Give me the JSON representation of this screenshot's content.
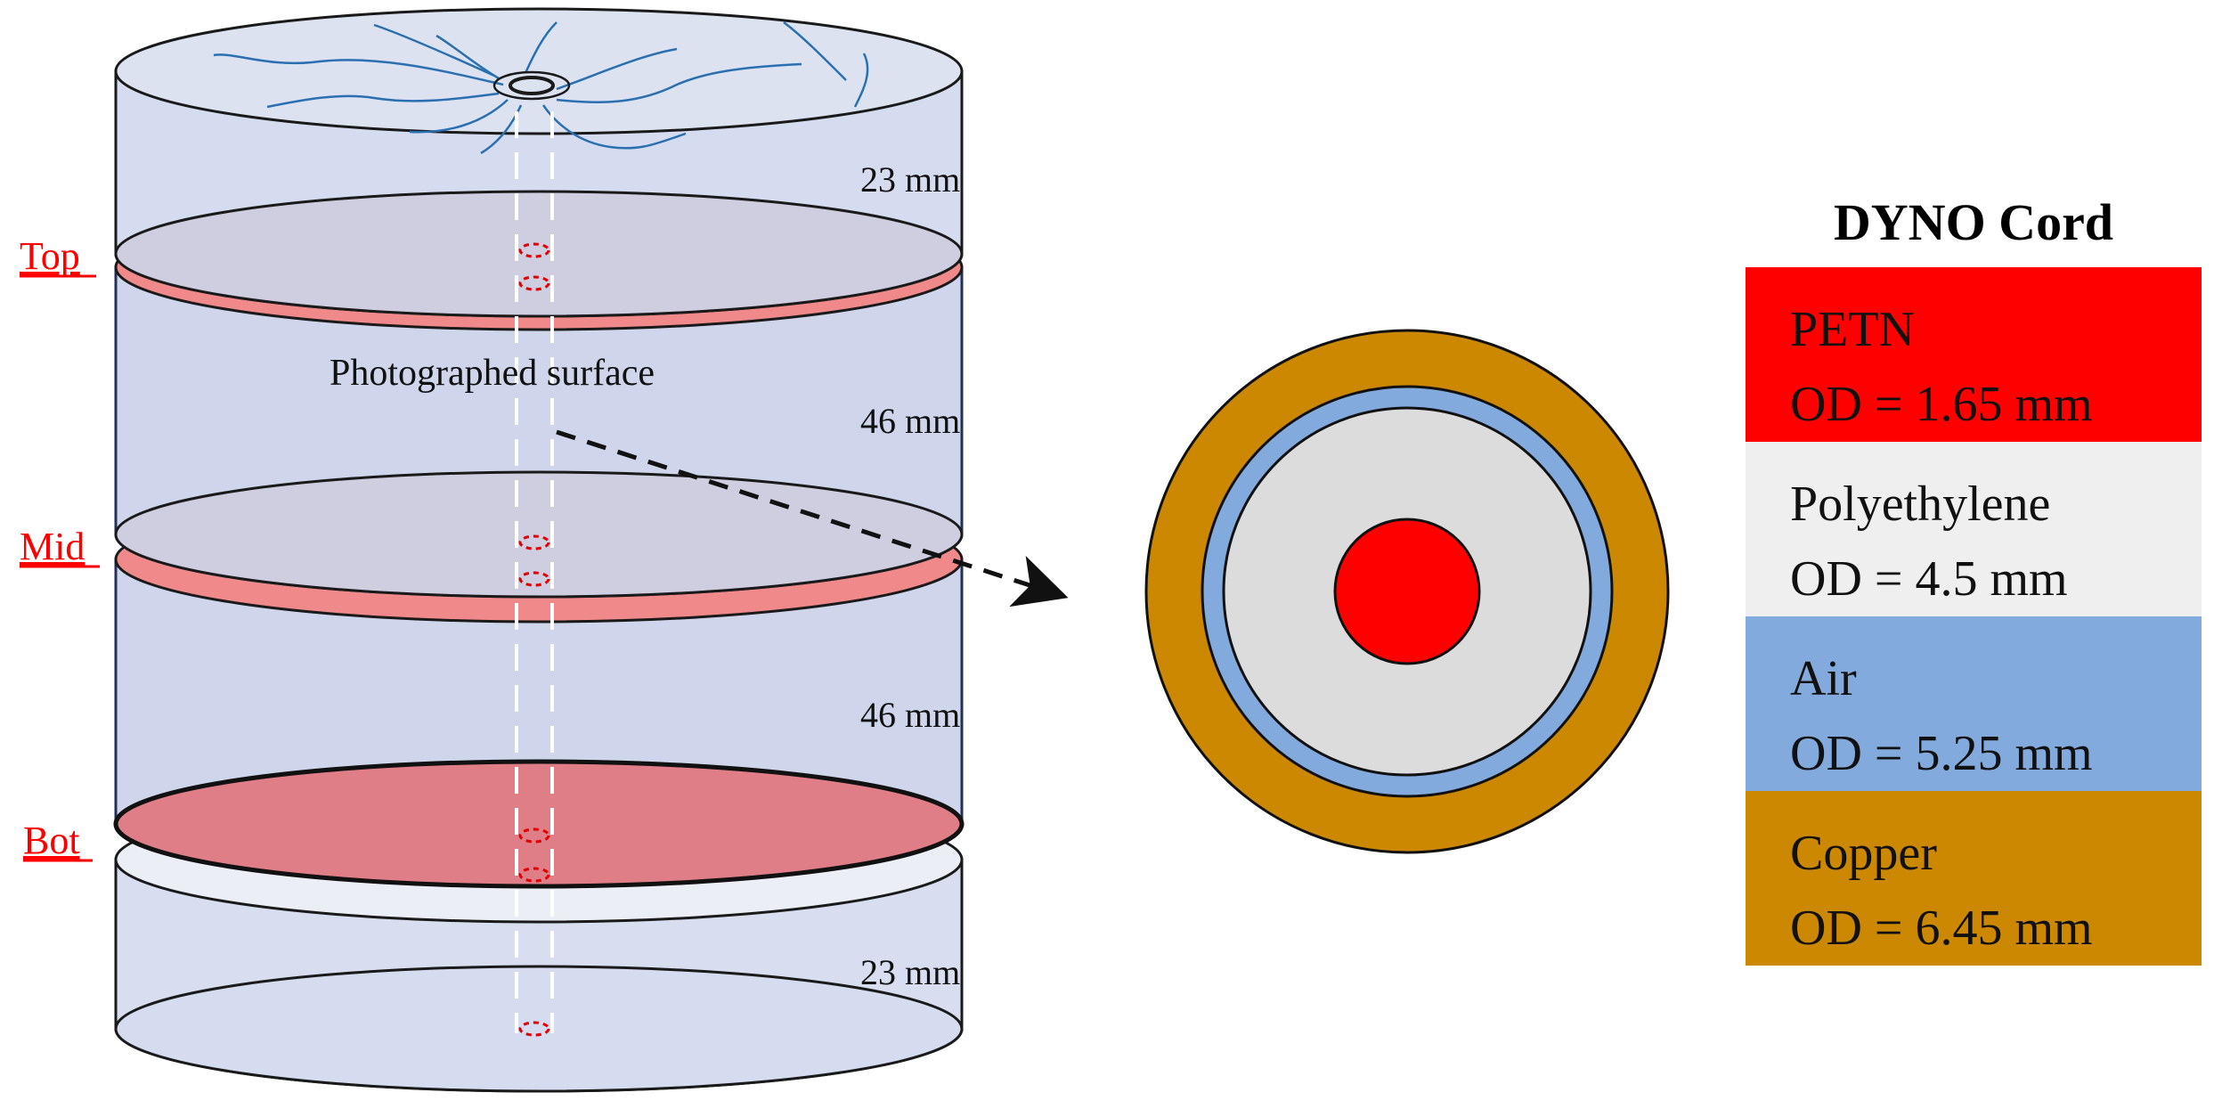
{
  "diagram": {
    "levels": {
      "top": "Top",
      "mid": "Mid",
      "bot": "Bot"
    },
    "dimensions": {
      "top_block": "23 mm",
      "upper_middle": "46 mm",
      "lower_middle": "46 mm",
      "bottom_block": "23 mm"
    },
    "photographed_label": "Photographed surface",
    "colors": {
      "cylinder_fill": "#d6dcef",
      "surface_pink": "#f08a8a",
      "crack_blue": "#2a6fb0",
      "level_label": "#ff0000"
    }
  },
  "legend": {
    "title": "DYNO Cord",
    "layers": [
      {
        "name": "PETN",
        "od": "OD = 1.65 mm",
        "color": "#ff0000"
      },
      {
        "name": "Polyethylene",
        "od": "OD = 4.5 mm",
        "color": "#efefef"
      },
      {
        "name": "Air",
        "od": "OD = 5.25 mm",
        "color": "#82aadc"
      },
      {
        "name": "Copper",
        "od": "OD = 6.45 mm",
        "color": "#cc8800"
      }
    ]
  }
}
